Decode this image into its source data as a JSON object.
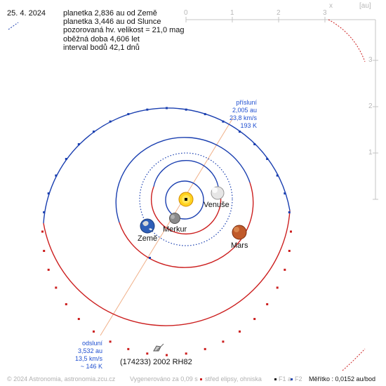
{
  "date": "25. 4. 2024",
  "info_lines": [
    "planetka 2,836 au od Země",
    "planetka 3,446 au od Slunce",
    "pozorovaná hv. velikost = 21,0 mag",
    "oběžná doba 4,606 let",
    "interval bodů 42,1 dnů"
  ],
  "axes": {
    "x_ticks": [
      "0",
      "1",
      "2",
      "3"
    ],
    "y_ticks": [
      "1",
      "2",
      "3"
    ],
    "x_label": "x",
    "unit_label": "[au]"
  },
  "perihelion": {
    "title": "přísluní",
    "distance": "2,005 au",
    "speed": "23,8 km/s",
    "temp": "193 K"
  },
  "aphelion": {
    "title": "odsluní",
    "distance": "3,532 au",
    "speed": "13,5 km/s",
    "temp": "~ 146 K"
  },
  "labels": {
    "venuse": "Venuše",
    "merkur": "Merkur",
    "zeme": "Země",
    "mars": "Mars",
    "asteroid": "(174233) 2002 RH82"
  },
  "footer": {
    "copyright": "© 2024 Astronomia, astronomia.zcu.cz",
    "generated": "Vygenerováno za 0,09 s",
    "legend_center": "střed elipsy, ohniska",
    "legend_f1": "F1 a",
    "legend_f2": "F2",
    "scale": "Měřítko : 0,0152 au/bod"
  },
  "colors": {
    "orbit_red": "#cc1f1f",
    "orbit_blue": "#1a3fb0",
    "text_blue": "#1f4fd0",
    "axis_gray": "#b8b8b8"
  }
}
